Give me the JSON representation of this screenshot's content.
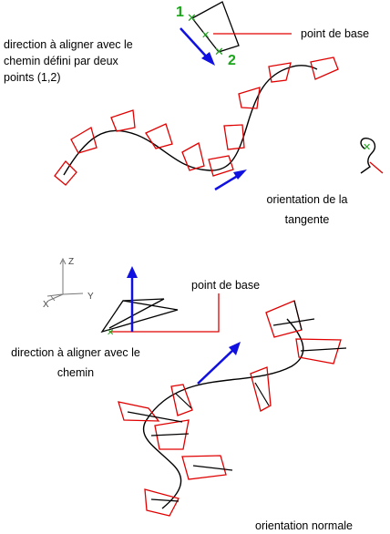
{
  "labels": {
    "base_point_top": "point de base",
    "align_path_two_points": [
      "direction à aligner avec le",
      "chemin défini par deux",
      "points (1,2)"
    ],
    "tangent_orientation": [
      "orientation de la",
      "tangente"
    ],
    "base_point_bottom": "point de base",
    "align_path": [
      "direction à aligner avec le",
      "chemin"
    ],
    "normal_orientation": "orientation normale"
  },
  "point_markers": [
    "1",
    "2"
  ],
  "axes": {
    "z": "Z",
    "y": "Y",
    "x": "X"
  },
  "colors": {
    "path": "#000000",
    "profile": "#e00000",
    "direction_arrow": "#1010e0",
    "marker": "#1aa51a",
    "base_line": "#e00000"
  }
}
